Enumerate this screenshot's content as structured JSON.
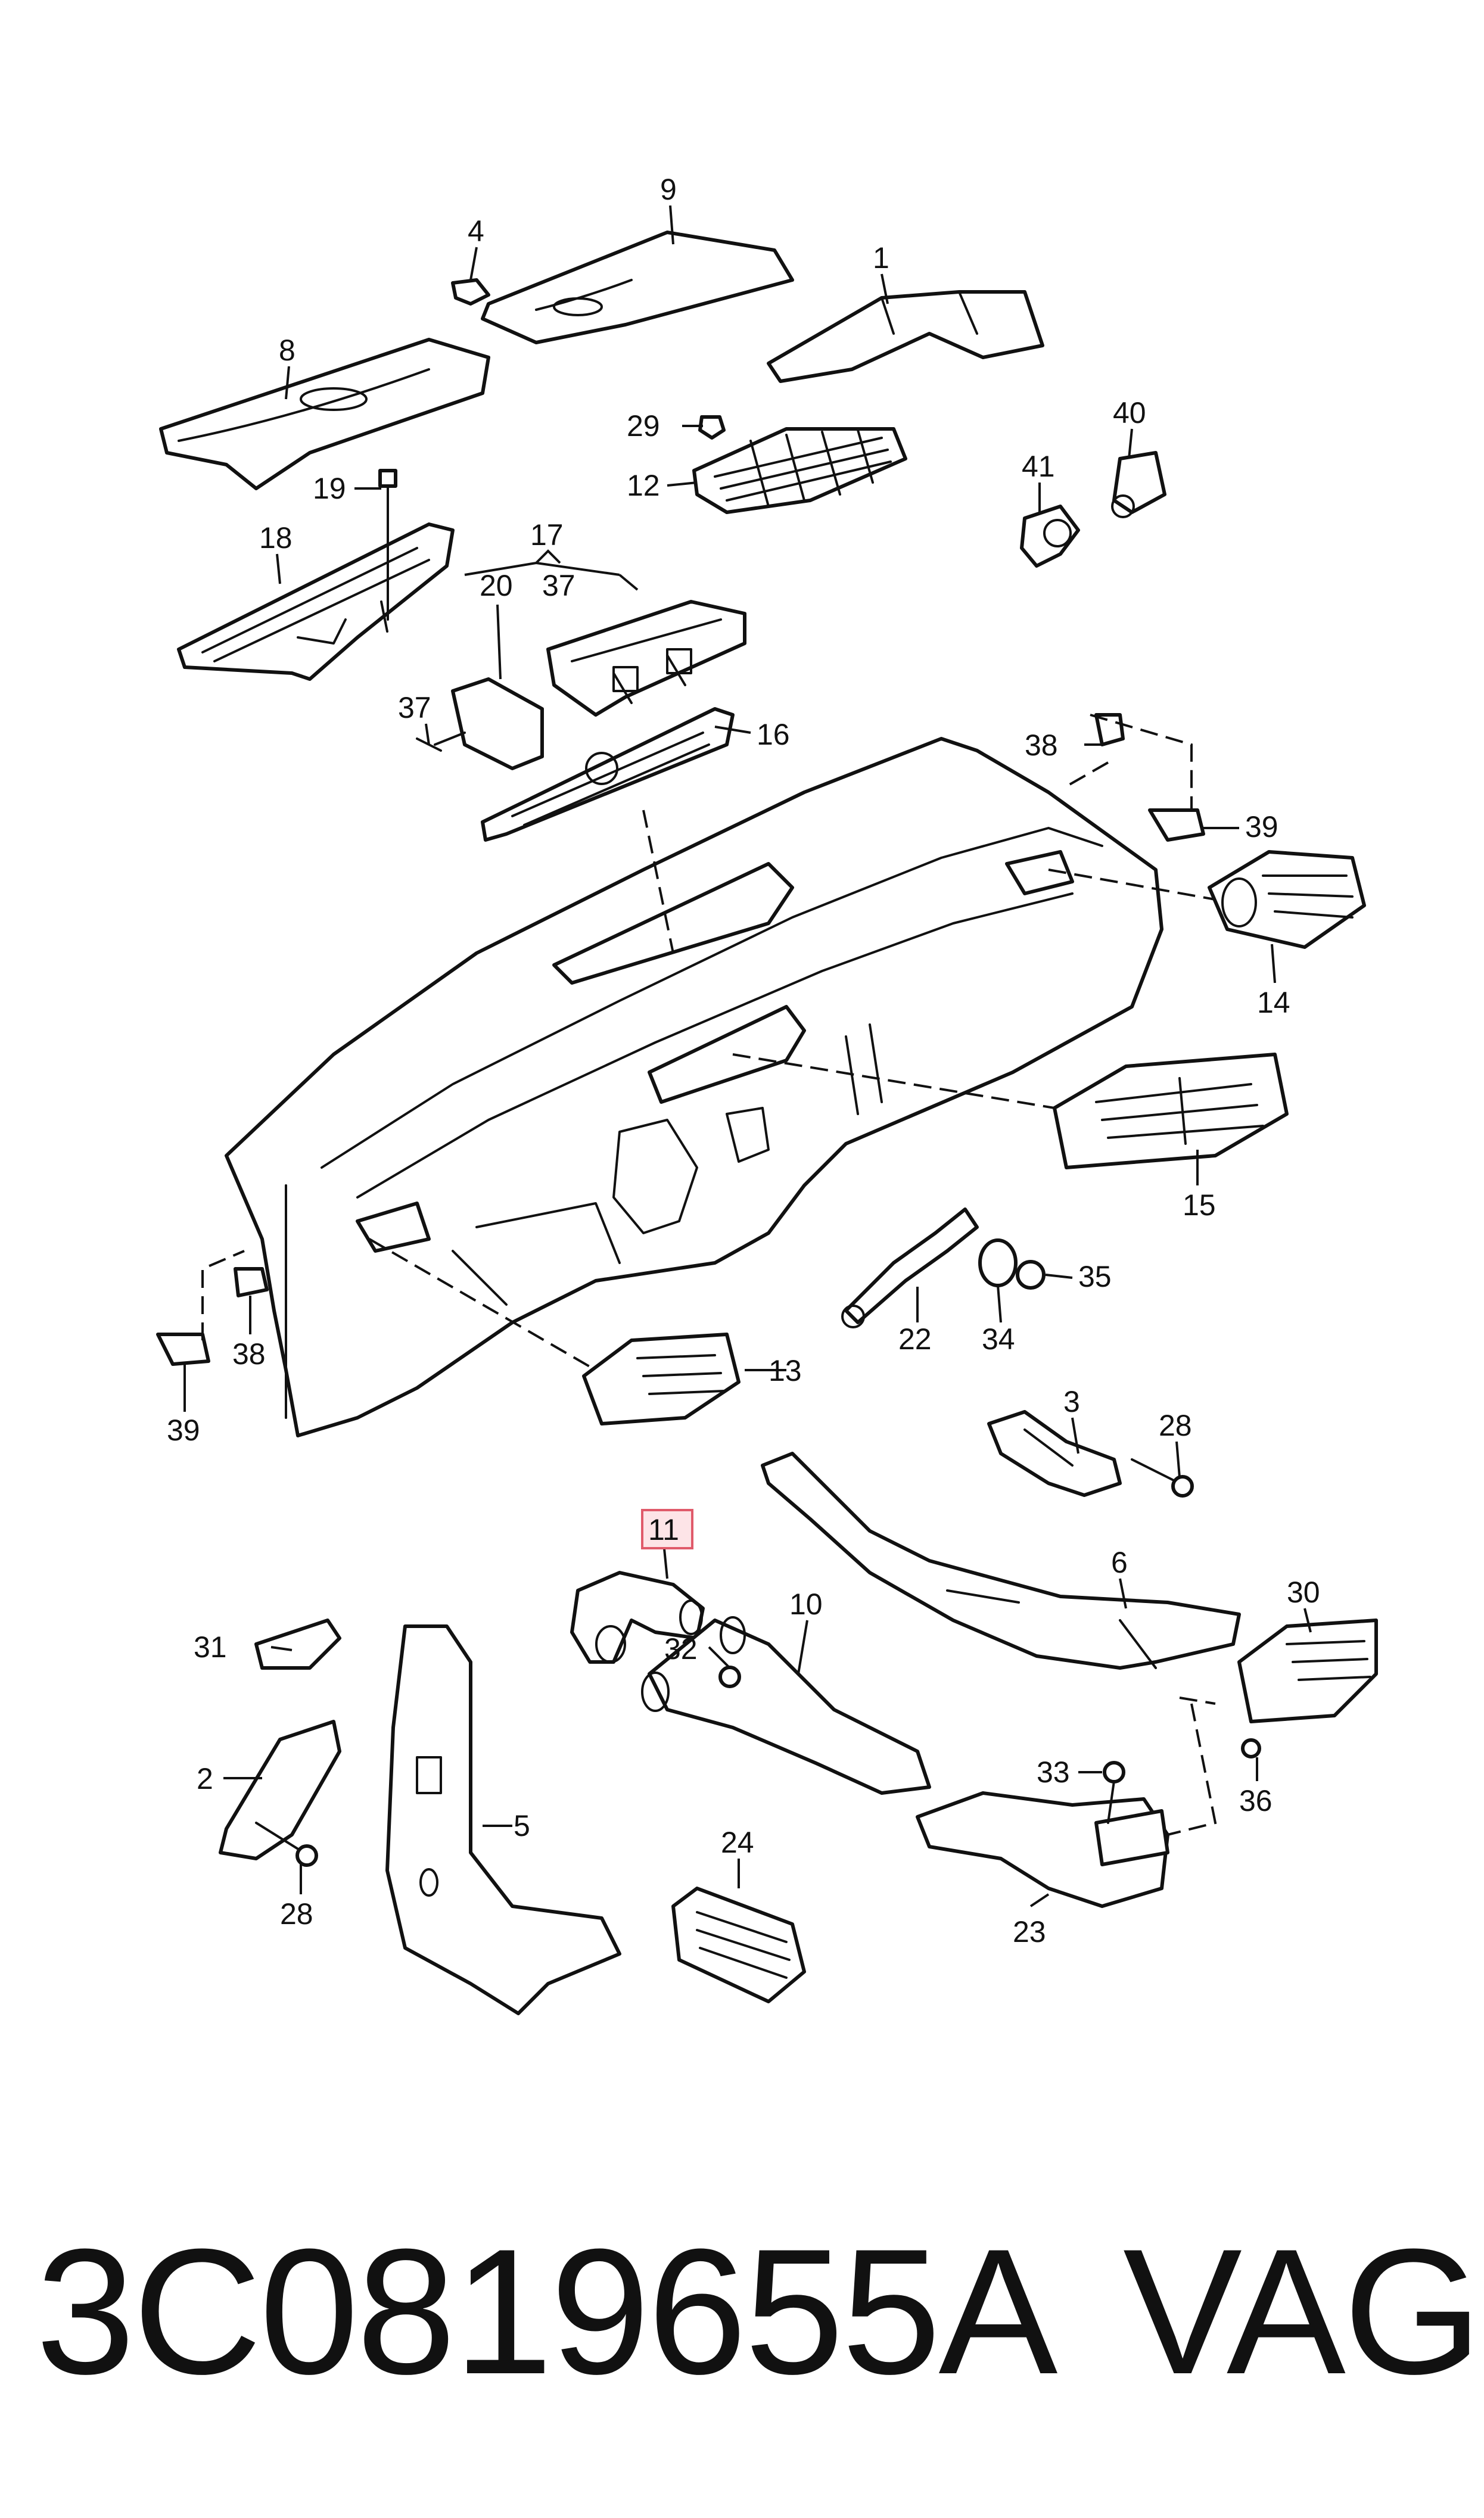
{
  "footer": {
    "part_number": "3C0819655A",
    "brand": "VAG"
  },
  "highlighted_callout": "11",
  "callouts": {
    "c1": "1",
    "c2": "2",
    "c3": "3",
    "c4": "4",
    "c5": "5",
    "c6": "6",
    "c8": "8",
    "c9": "9",
    "c10": "10",
    "c11": "11",
    "c12": "12",
    "c13": "13",
    "c14": "14",
    "c15": "15",
    "c16": "16",
    "c17": "17",
    "c18": "18",
    "c19": "19",
    "c20": "20",
    "c22": "22",
    "c23": "23",
    "c24": "24",
    "c28": "28",
    "c29": "29",
    "c30": "30",
    "c31": "31",
    "c32": "32",
    "c33": "33",
    "c34": "34",
    "c35": "35",
    "c36": "36",
    "c37": "37",
    "c38": "38",
    "c39": "39",
    "c40": "40",
    "c41": "41"
  },
  "colors": {
    "line": "#111111",
    "highlight_fill": "#fde4e7",
    "highlight_stroke": "#e05a6a"
  }
}
